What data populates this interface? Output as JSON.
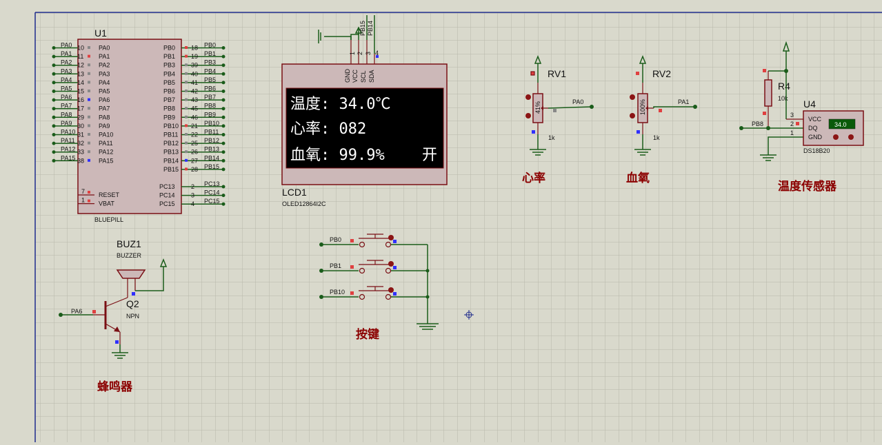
{
  "colors": {
    "background": "#d9d9cc",
    "wire": "#1a5c1a",
    "component": "#7a0f14",
    "label": "#8b0000",
    "border": "#1e2b8c"
  },
  "mcu": {
    "ref": "U1",
    "value": "BLUEPILL",
    "left_pins": [
      {
        "net": "PA0",
        "num": "10",
        "name": "PA0"
      },
      {
        "net": "PA1",
        "num": "11",
        "name": "PA1"
      },
      {
        "net": "PA2",
        "num": "12",
        "name": "PA2"
      },
      {
        "net": "PA3",
        "num": "13",
        "name": "PA3"
      },
      {
        "net": "PA4",
        "num": "14",
        "name": "PA4"
      },
      {
        "net": "PA5",
        "num": "15",
        "name": "PA5"
      },
      {
        "net": "PA6",
        "num": "16",
        "name": "PA6"
      },
      {
        "net": "PA7",
        "num": "17",
        "name": "PA7"
      },
      {
        "net": "PA8",
        "num": "29",
        "name": "PA8"
      },
      {
        "net": "PA9",
        "num": "30",
        "name": "PA9"
      },
      {
        "net": "PA10",
        "num": "31",
        "name": "PA10"
      },
      {
        "net": "PA11",
        "num": "32",
        "name": "PA11"
      },
      {
        "net": "PA12",
        "num": "33",
        "name": "PA12"
      },
      {
        "net": "PA15",
        "num": "38",
        "name": "PA15"
      }
    ],
    "right_pins": [
      {
        "net": "PB0",
        "num": "18",
        "name": "PB0"
      },
      {
        "net": "PB1",
        "num": "19",
        "name": "PB1"
      },
      {
        "net": "PB3",
        "num": "39",
        "name": "PB3"
      },
      {
        "net": "PB4",
        "num": "40",
        "name": "PB4"
      },
      {
        "net": "PB5",
        "num": "41",
        "name": "PB5"
      },
      {
        "net": "PB6",
        "num": "42",
        "name": "PB6"
      },
      {
        "net": "PB7",
        "num": "43",
        "name": "PB7"
      },
      {
        "net": "PB8",
        "num": "45",
        "name": "PB8"
      },
      {
        "net": "PB9",
        "num": "46",
        "name": "PB9"
      },
      {
        "net": "PB10",
        "num": "21",
        "name": "PB10"
      },
      {
        "net": "PB11",
        "num": "22",
        "name": "PB11"
      },
      {
        "net": "PB12",
        "num": "25",
        "name": "PB12"
      },
      {
        "net": "PB13",
        "num": "26",
        "name": "PB13"
      },
      {
        "net": "PB14",
        "num": "27",
        "name": "PB14"
      },
      {
        "net": "PB15",
        "num": "28",
        "name": "PB15"
      }
    ],
    "pc_pins": [
      {
        "net": "PC13",
        "num": "2",
        "name": "PC13"
      },
      {
        "net": "PC14",
        "num": "3",
        "name": "PC14"
      },
      {
        "net": "PC15",
        "num": "4",
        "name": "PC15"
      }
    ],
    "extra_pins": [
      {
        "num": "7",
        "name": "RESET"
      },
      {
        "num": "1",
        "name": "VBAT"
      }
    ]
  },
  "lcd": {
    "ref": "LCD1",
    "value": "OLED12864I2C",
    "pins": [
      {
        "num": "1",
        "name": "GND"
      },
      {
        "num": "2",
        "name": "VCC"
      },
      {
        "num": "3",
        "name": "SCL"
      },
      {
        "num": "4",
        "name": "SDA"
      }
    ],
    "nets": [
      "PB15",
      "PB14"
    ],
    "lines": [
      "温度: 34.0℃",
      "心率: 082",
      "血氧: 99.9%"
    ],
    "status": "开"
  },
  "rv1": {
    "ref": "RV1",
    "value": "1k",
    "percent": "41%",
    "net": "PA0",
    "caption": "心率"
  },
  "rv2": {
    "ref": "RV2",
    "value": "1k",
    "percent": "100%",
    "net": "PA1",
    "caption": "血氧"
  },
  "sensor": {
    "r_ref": "R4",
    "r_value": "10k",
    "ref": "U4",
    "value": "DS18B20",
    "display": "34.0",
    "pins": [
      {
        "num": "3",
        "name": "VCC"
      },
      {
        "num": "2",
        "name": "DQ"
      },
      {
        "num": "1",
        "name": "GND"
      }
    ],
    "net": "PB8",
    "caption": "温度传感器"
  },
  "buzzer": {
    "ref": "BUZ1",
    "value": "BUZZER",
    "q_ref": "Q2",
    "q_value": "NPN",
    "net": "PA6",
    "caption": "蜂鸣器"
  },
  "keys": {
    "nets": [
      "PB0",
      "PB1",
      "PB10"
    ],
    "caption": "按键"
  }
}
